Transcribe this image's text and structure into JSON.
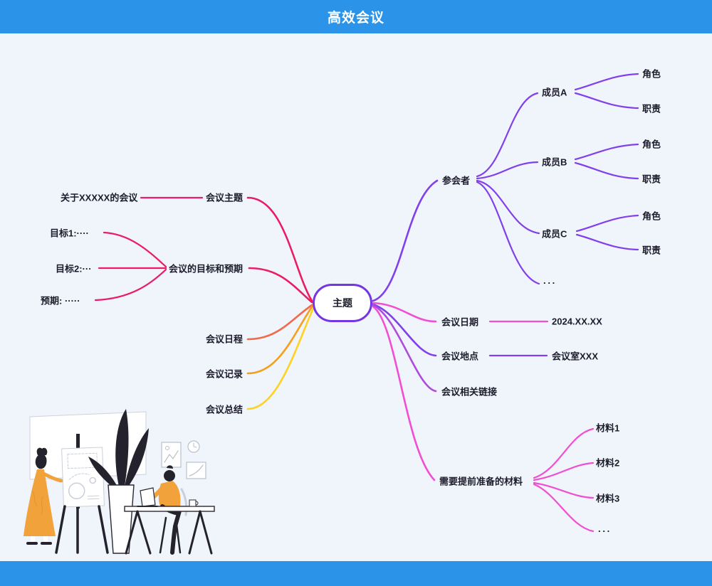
{
  "header": {
    "title": "高效会议"
  },
  "root": {
    "label": "主题"
  },
  "left": {
    "topic": {
      "label": "会议主题",
      "child": "关于XXXXX的会议"
    },
    "goals": {
      "label": "会议的目标和预期",
      "items": [
        "目标1:····",
        "目标2:···",
        "预期: ·····"
      ]
    },
    "agenda": {
      "label": "会议日程"
    },
    "minutes": {
      "label": "会议记录"
    },
    "summary": {
      "label": "会议总结"
    }
  },
  "right": {
    "participants": {
      "label": "参会者",
      "members": [
        {
          "name": "成员A",
          "role": "角色",
          "duty": "职责"
        },
        {
          "name": "成员B",
          "role": "角色",
          "duty": "职责"
        },
        {
          "name": "成员C",
          "role": "角色",
          "duty": "职责"
        }
      ],
      "more": "···"
    },
    "date": {
      "label": "会议日期",
      "value": "2024.XX.XX"
    },
    "location": {
      "label": "会议地点",
      "value": "会议室XXX"
    },
    "links": {
      "label": "会议相关链接"
    },
    "materials": {
      "label": "需要提前准备的材料",
      "items": [
        "材料1",
        "材料2",
        "材料3"
      ],
      "more": "···"
    }
  },
  "colors": {
    "header_bar": "#2B94E9",
    "background": "#F0F4FB",
    "root_border": "#7436E3",
    "branch_crimson": "#EA1D63",
    "branch_coral": "#F26A4B",
    "branch_orange": "#F5A01C",
    "branch_yellow": "#FFD21F",
    "branch_purple": "#8140EB",
    "branch_pink": "#F14ED2",
    "branch_violet": "#AE4ADD",
    "illustration_orange": "#F2A23B",
    "illustration_dark": "#24222C"
  }
}
